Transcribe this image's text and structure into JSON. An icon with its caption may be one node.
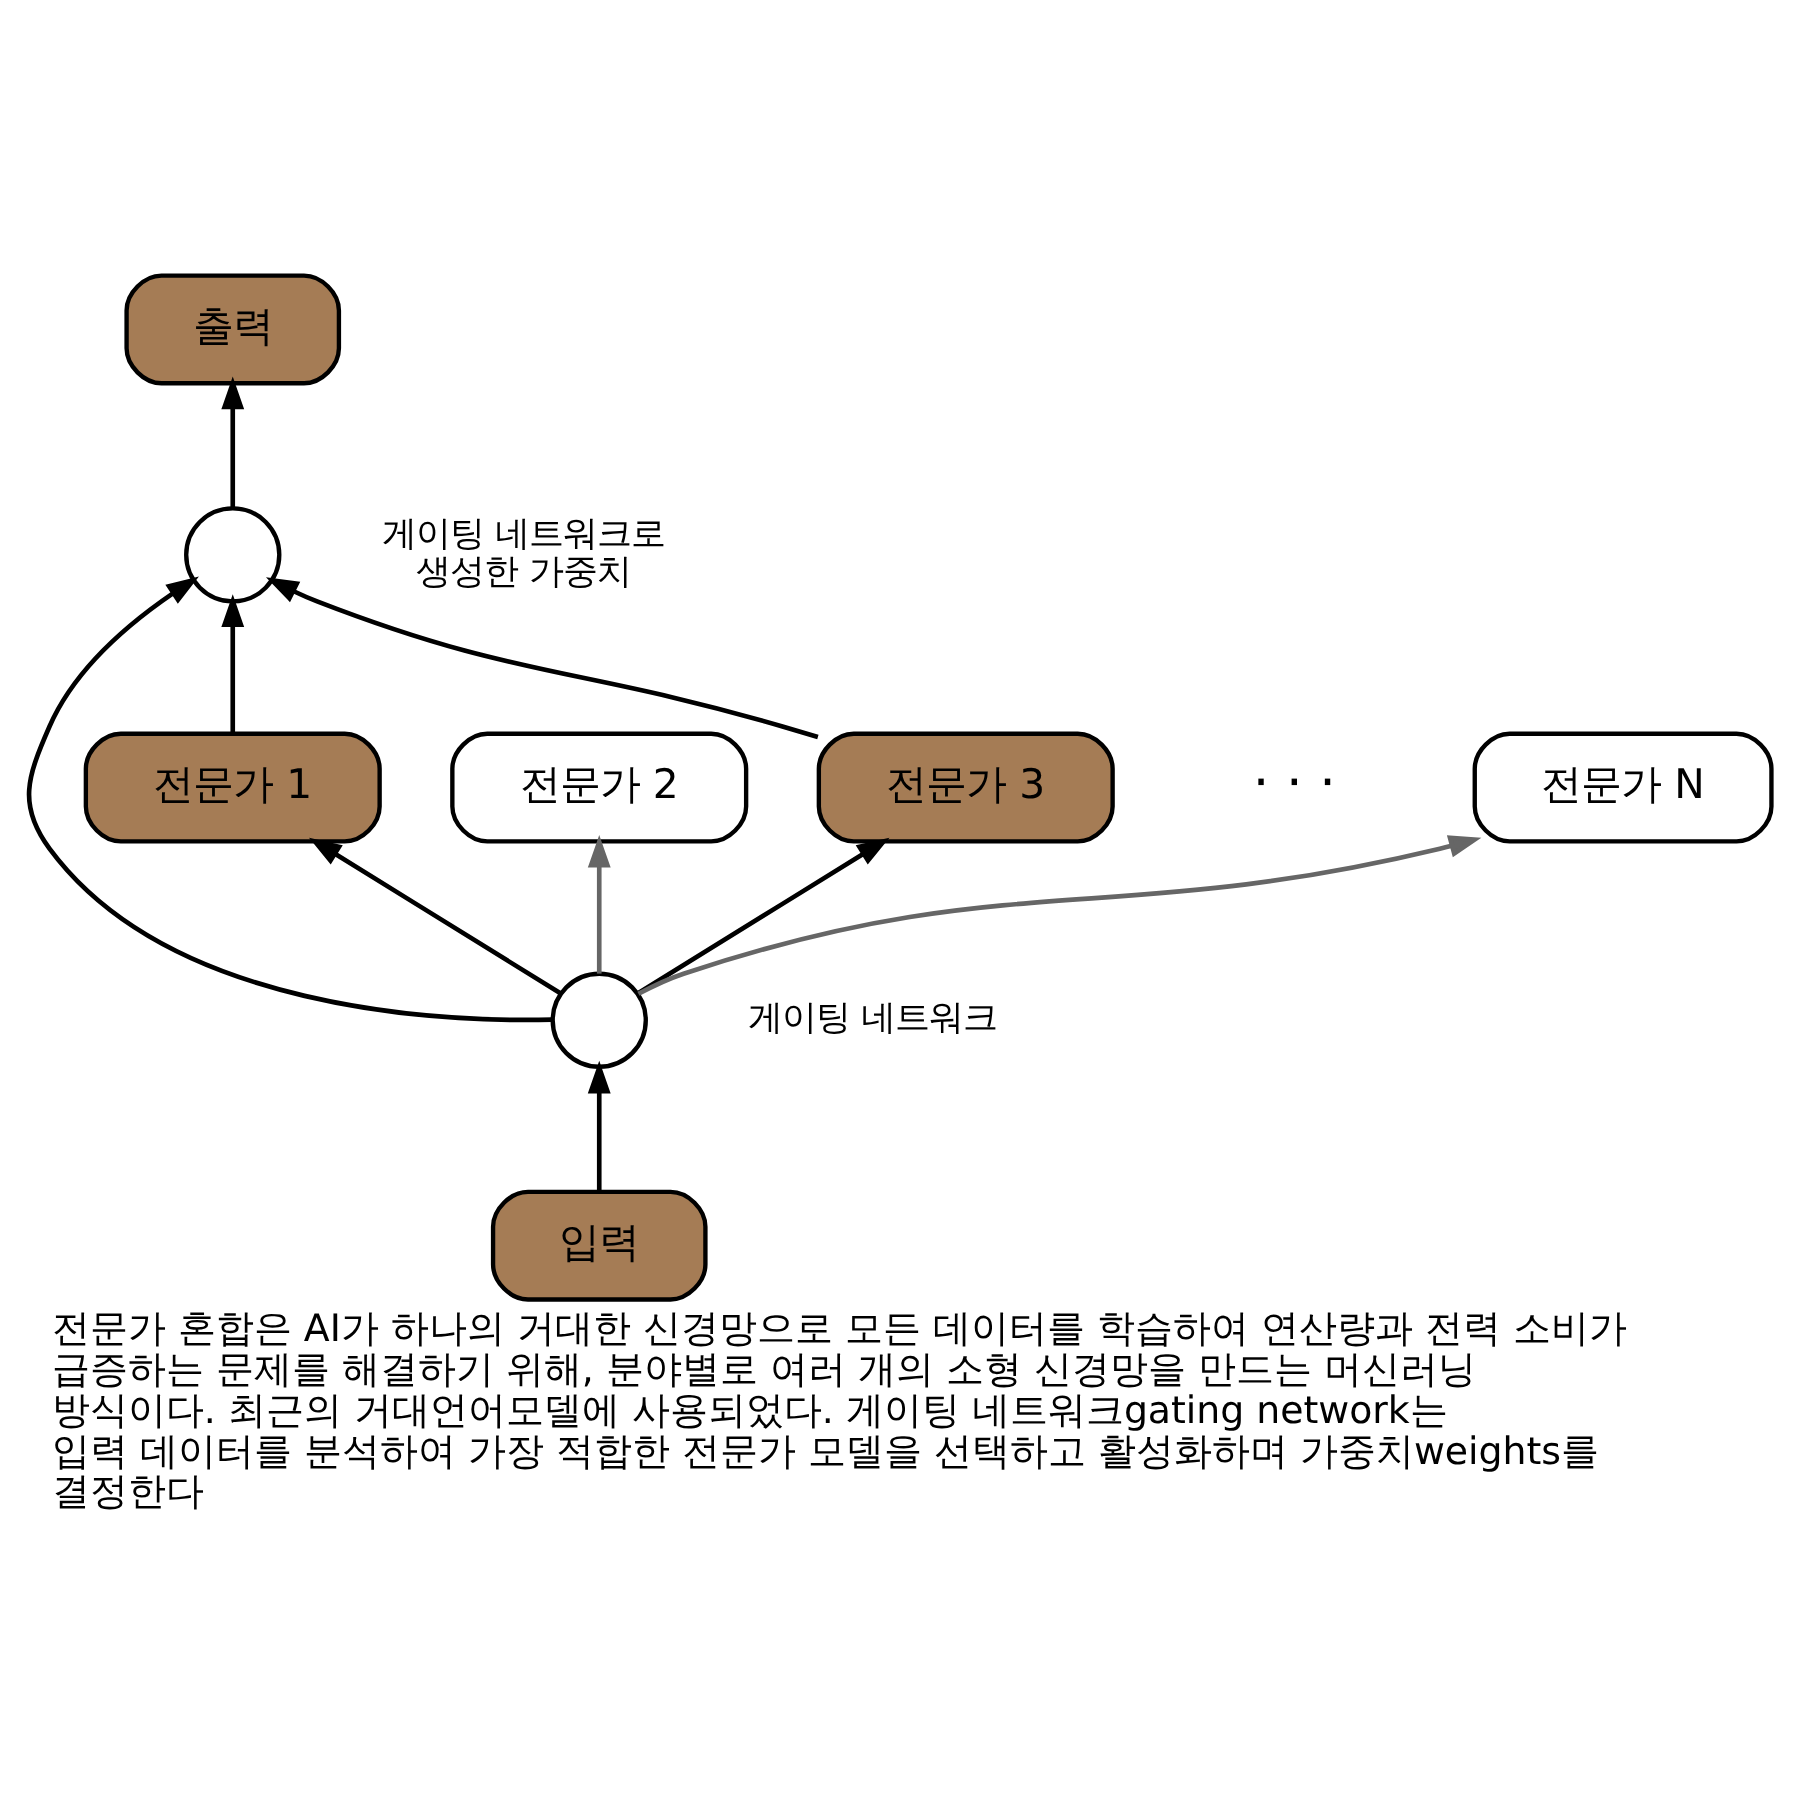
{
  "diagram": {
    "caption": "전문가 혼합은 AI가 하나의 거대한 신경망으로 모든 데이터를 학습하여 연산량과 전력 소비가 급증하는 문제를 해결하기 위해, 분야별로 여러 개의 소형 신경망을 만드는 머신러닝 방식이다. 최근의 거대언어모델에 사용되었다. 게이팅 네트워크gating network는 입력 데이터를 분석하여 가장 적합한 전문가 모델을 선택하고 활성화하며 가중치weights를 결정한다",
    "nodes": [
      {
        "text": [
          "출력"
        ]
      },
      {
        "text": [],
        "shape": "circle",
        "beside": [
          "게이팅 네트워크로 생성한 가중치"
        ]
      },
      {
        "text": [
          "전문가 1"
        ]
      },
      {
        "text": [
          "전문가 2"
        ]
      },
      {
        "text": [
          "전문가 3"
        ]
      },
      {
        "text": [
          "전문가 N"
        ]
      },
      {
        "text": [],
        "shape": "circle",
        "beside": [
          "게이팅 네트워크"
        ]
      },
      {
        "text": [
          "입력"
        ]
      }
    ],
    "edges": [
      {
        "from": 7,
        "to": 6,
        "arrow": "to"
      },
      {
        "from": 6,
        "to": 1,
        "arrow": "to"
      },
      {
        "from": 6,
        "to": 2,
        "arrow": "to"
      },
      {
        "from": 6,
        "to": 3,
        "arrow": "to",
        "color": "#666666"
      },
      {
        "from": 6,
        "to": 4,
        "arrow": "to"
      },
      {
        "from": 6,
        "to": 5,
        "arrow": "to",
        "color": "#666666"
      },
      {
        "from": 2,
        "to": 1,
        "arrow": "to"
      },
      {
        "from": 4,
        "to": 1,
        "arrow": "to"
      },
      {
        "from": 1,
        "to": 0,
        "arrow": "to"
      }
    ],
    "labels": [
      "· · ·"
    ]
  }
}
